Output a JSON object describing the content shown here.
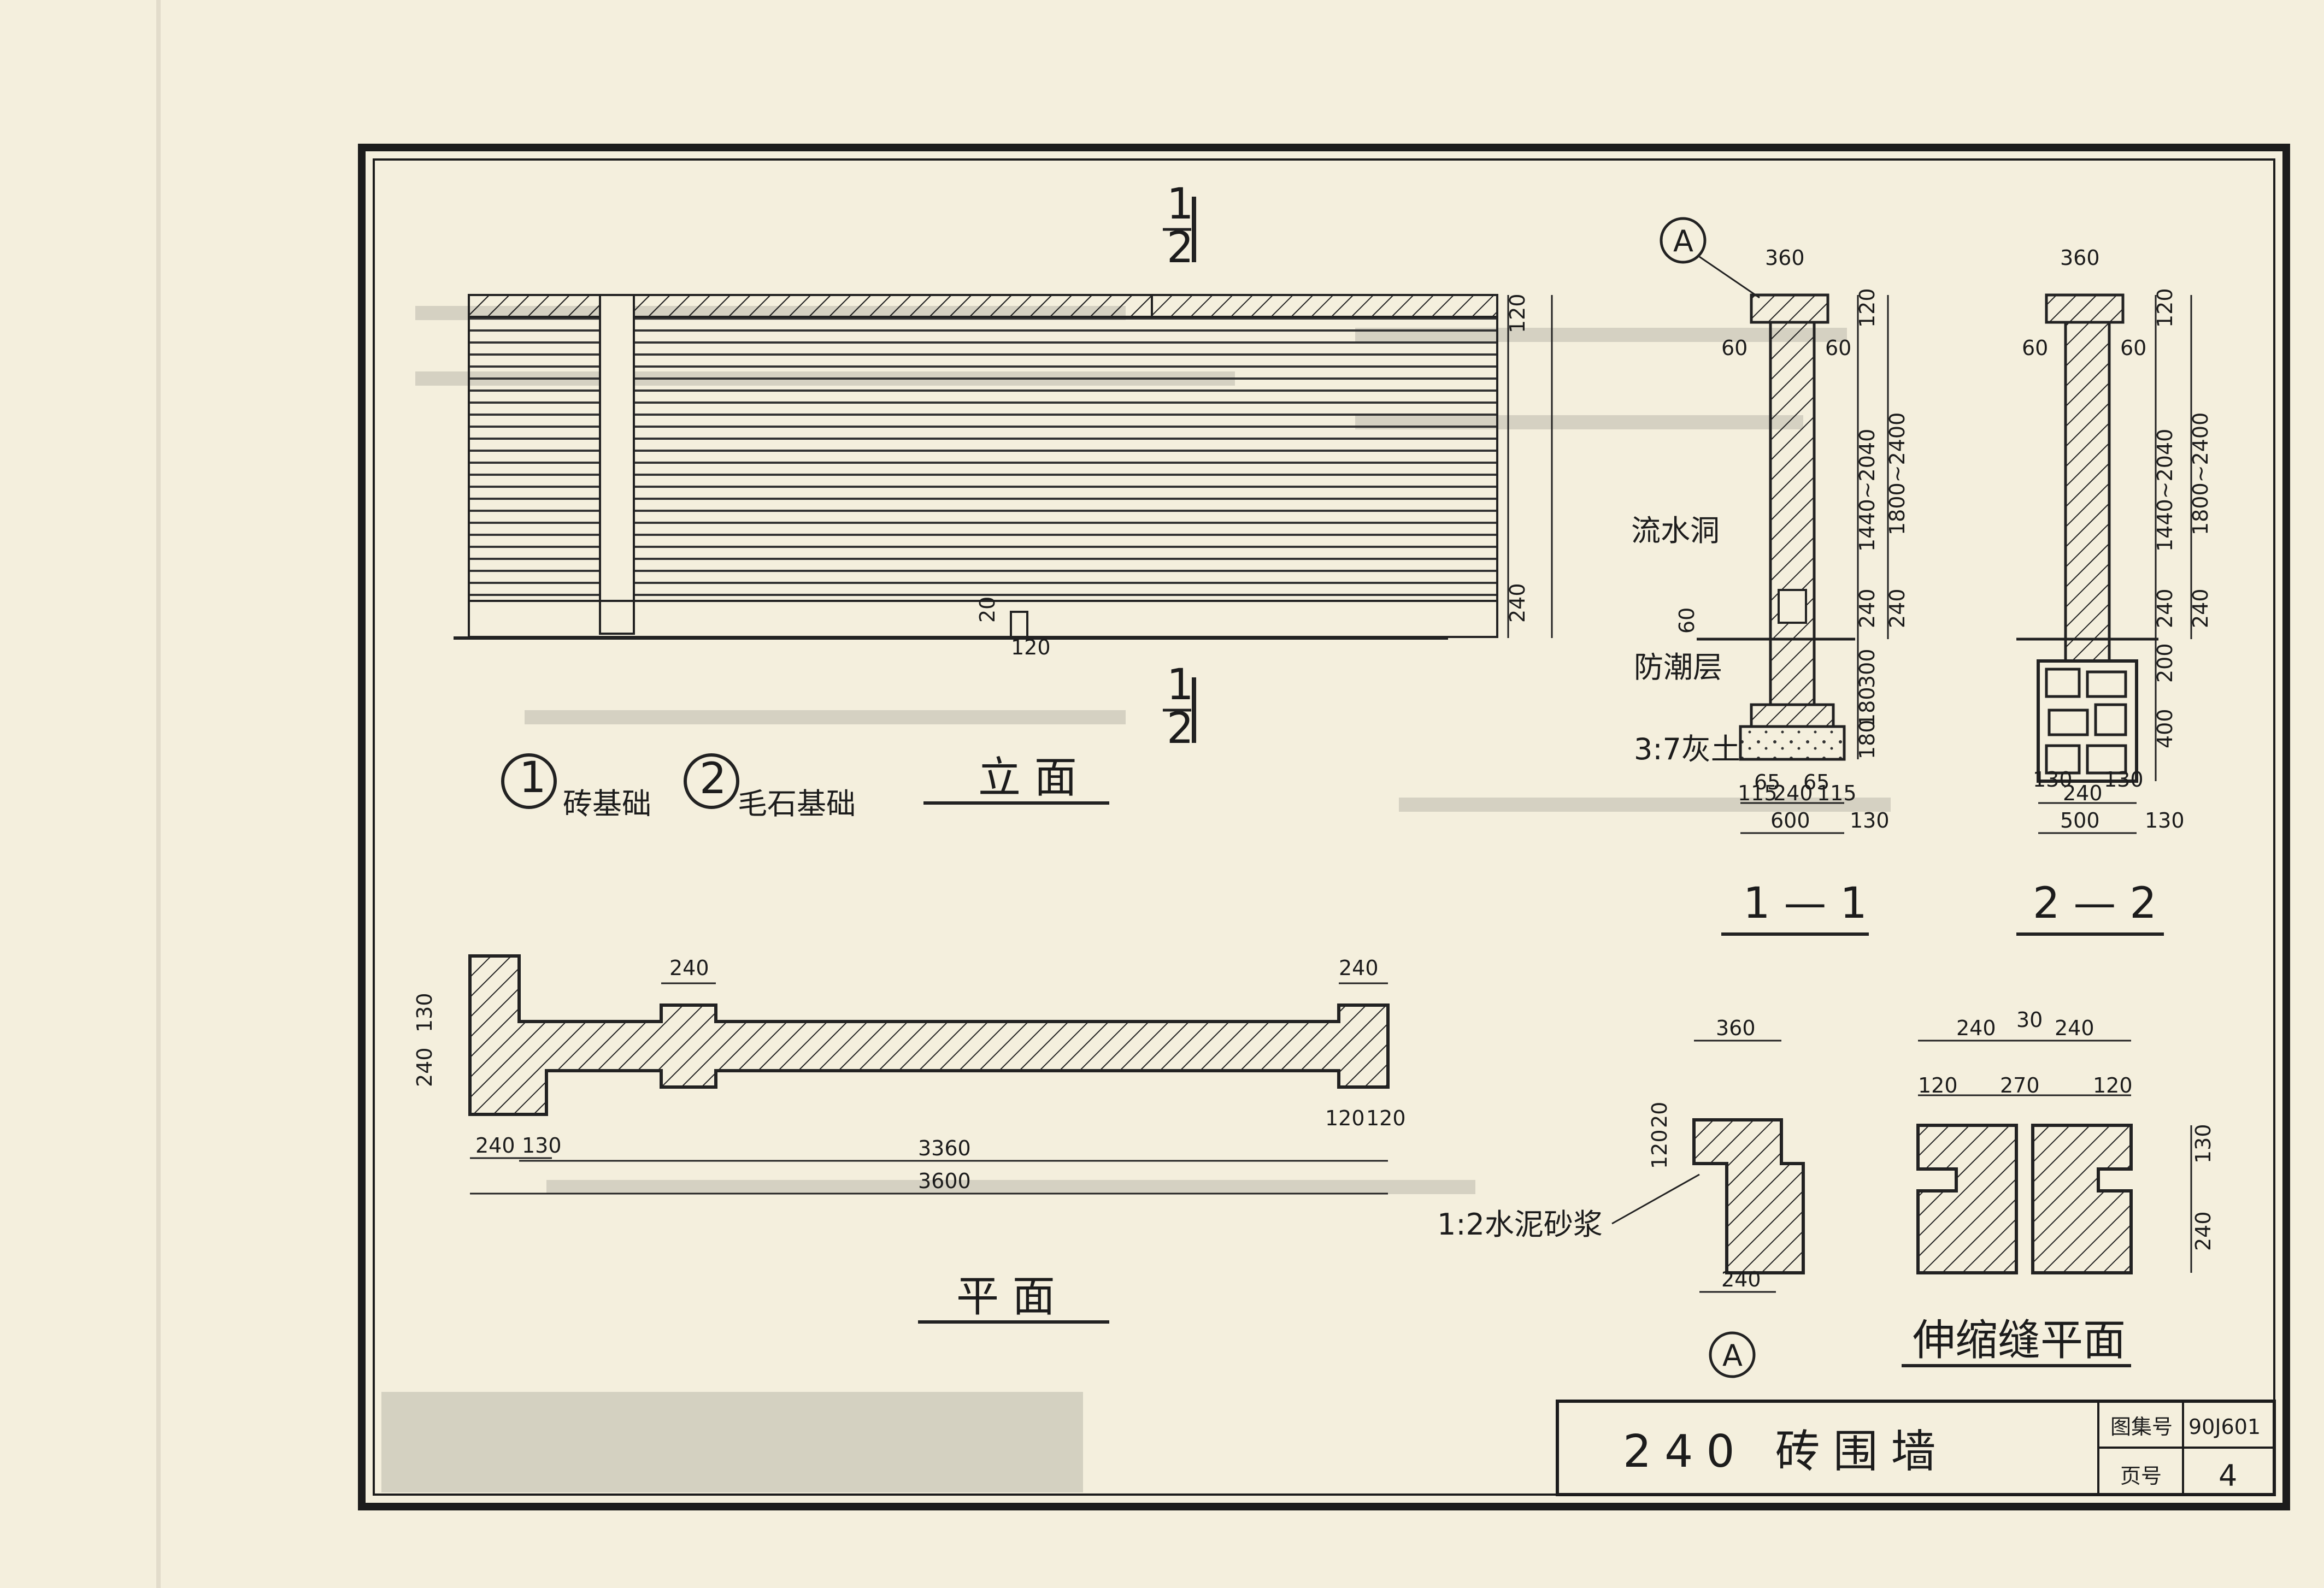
{
  "drawing": {
    "title": "240 砖围墙",
    "atlas_label": "图集号",
    "atlas_value": "90J601",
    "page_label": "页号",
    "page_value": "4"
  },
  "views": {
    "elevation": "立 面",
    "plan": "平 面",
    "section_11": "1 — 1",
    "section_22": "2 — 2",
    "joint_plan": "伸缩缝平面"
  },
  "legend": {
    "item1_num": "1",
    "item1_label": "砖基础",
    "item2_num": "2",
    "item2_label": "毛石基础"
  },
  "cut_marks": {
    "top_num": "1",
    "top_den": "2",
    "bottom_num": "1",
    "bottom_den": "2"
  },
  "callouts": {
    "detail_a": "A",
    "drain_hole": "流水洞",
    "damp_course": "防潮层",
    "lime_soil": "3:7灰土",
    "mortar": "1:2水泥砂浆"
  },
  "dimensions": {
    "elev_120": "120",
    "elev_240": "240",
    "elev_gap_a": "20",
    "elev_gap_b": "120",
    "s1_360": "360",
    "s1_60_left": "60",
    "s1_60_right": "60",
    "s1_120": "120",
    "s1_1440": "1440~2040",
    "s1_1800": "1800~2400",
    "s1_240a": "240",
    "s1_60b": "60",
    "s1_240b": "240",
    "s1_300": "300",
    "s1_180a": "180",
    "s1_180b": "180",
    "s1_65a": "65",
    "s1_65b": "65",
    "s1_115a": "115",
    "s1_240c": "240",
    "s1_115b": "115",
    "s1_600": "600",
    "s1_130": "130",
    "s2_360": "360",
    "s2_60_left": "60",
    "s2_60_right": "60",
    "s2_120": "120",
    "s2_1440": "1440~2040",
    "s2_1800": "1800~2400",
    "s2_240a": "240",
    "s2_240b": "240",
    "s2_200": "200",
    "s2_400": "400",
    "s2_130a": "130",
    "s2_130b": "130",
    "s2_240c": "240",
    "s2_500": "500",
    "s2_130c": "130",
    "plan_240a": "240",
    "plan_240b": "240",
    "plan_240c": "240",
    "plan_130a": "130",
    "plan_240d": "240",
    "plan_130b": "130",
    "plan_120a": "120",
    "plan_120b": "120",
    "plan_3360": "3360",
    "plan_3600": "3600",
    "j_360": "360",
    "j_20": "20",
    "j_120": "120",
    "j_240": "240",
    "j_240a": "240",
    "j_30": "30",
    "j_240b": "240",
    "j_120a": "120",
    "j_270": "270",
    "j_120b": "120",
    "j_130": "130",
    "j_240c": "240"
  }
}
